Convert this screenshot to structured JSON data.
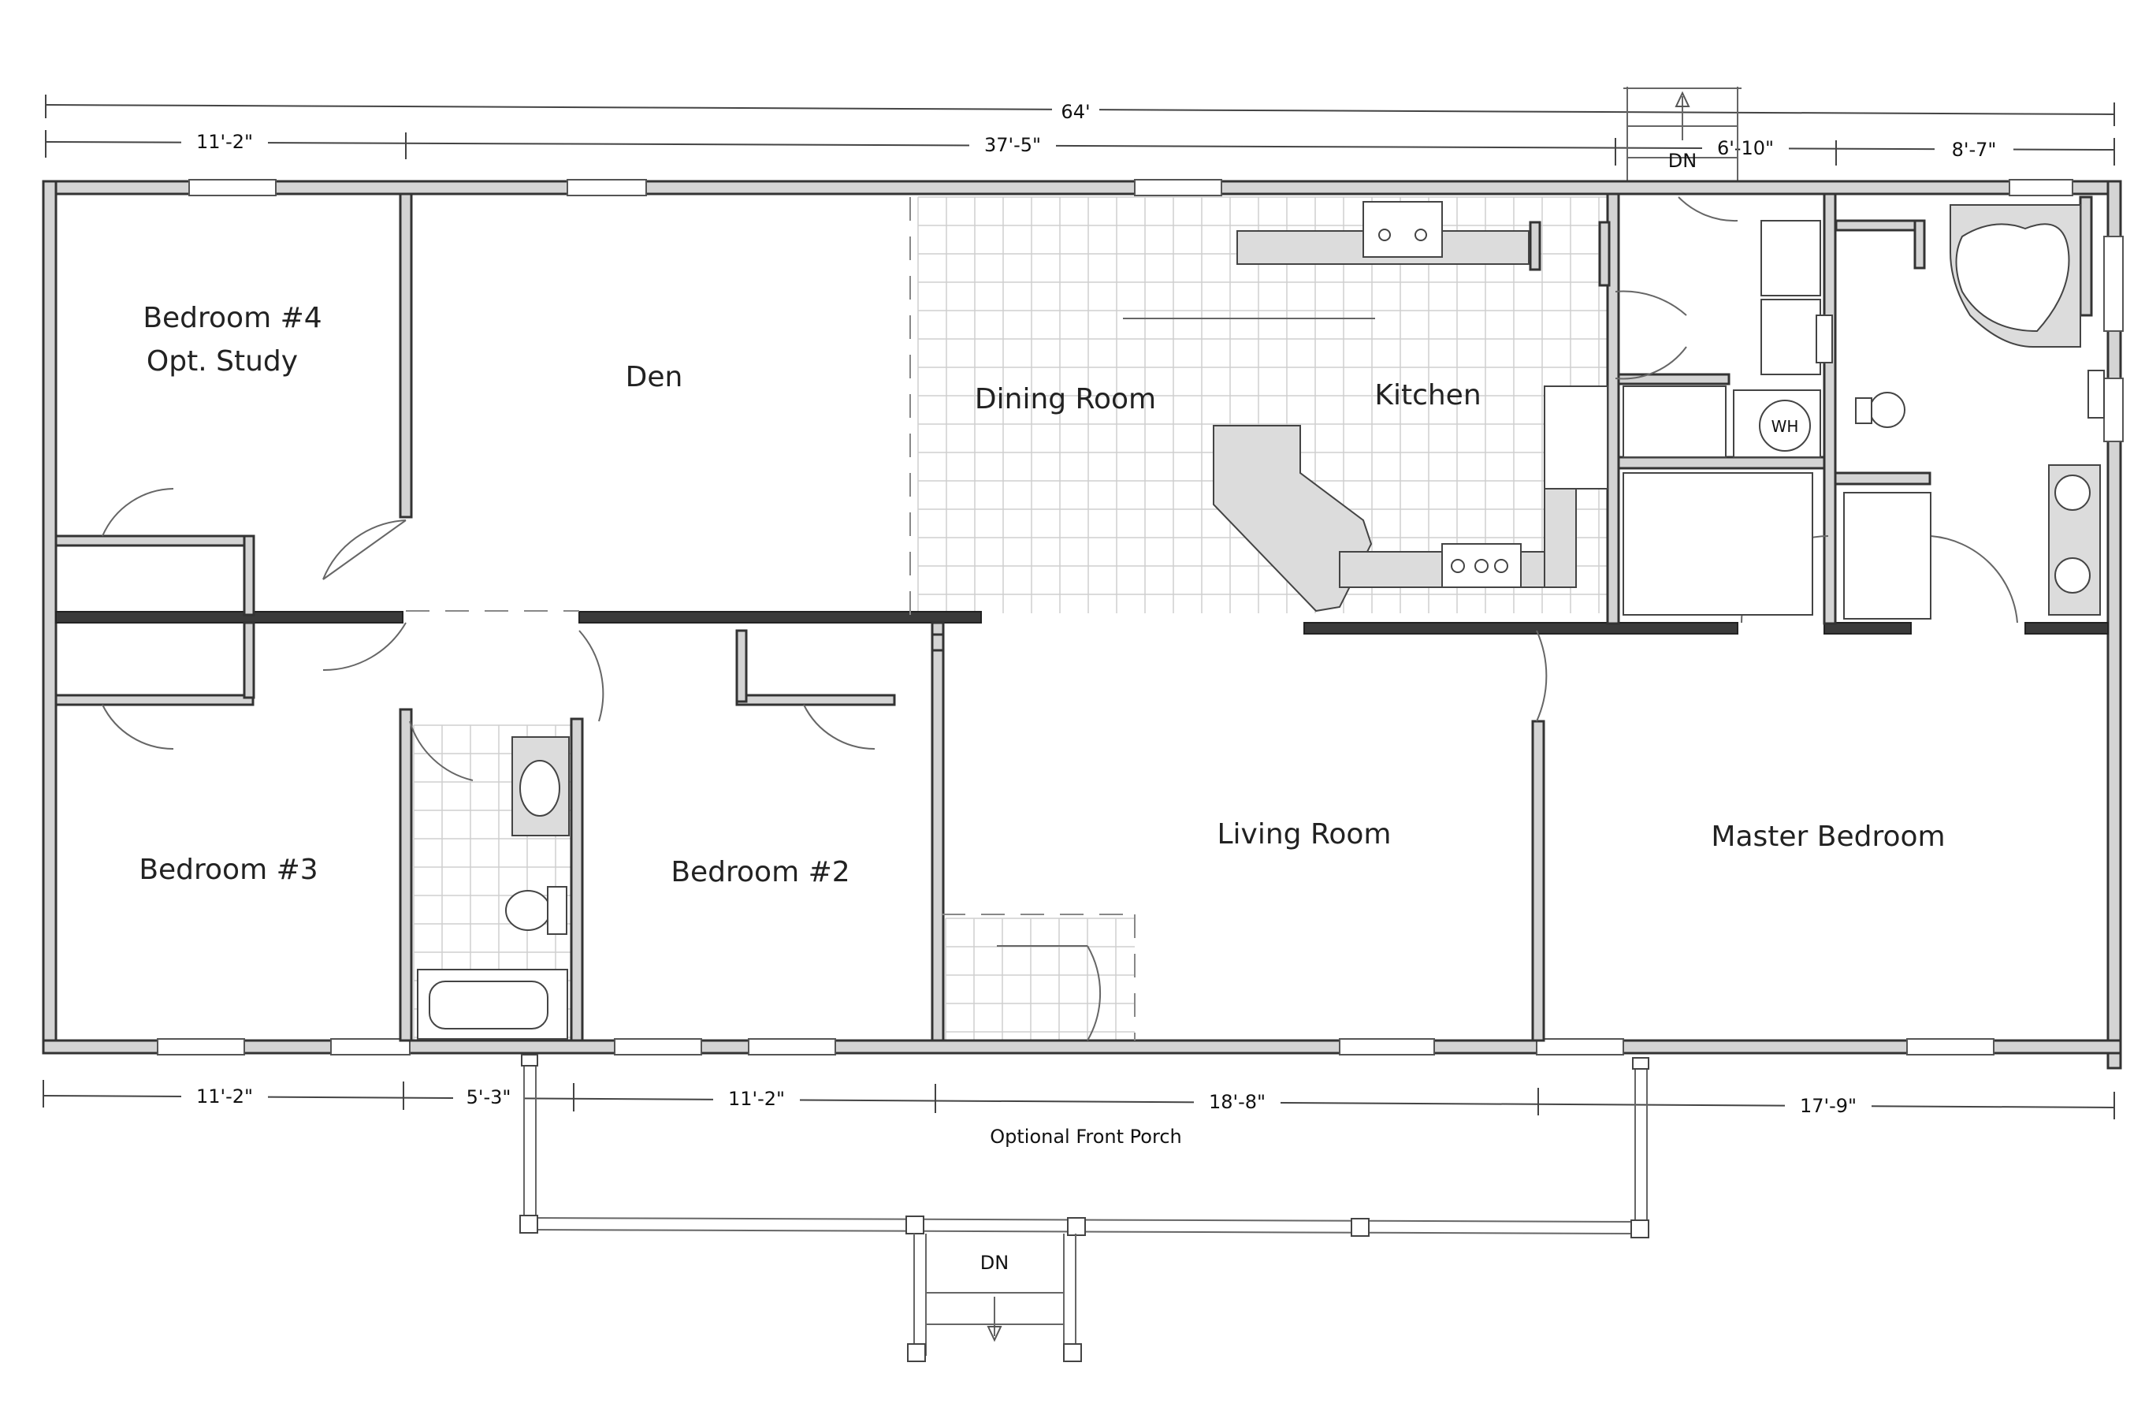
{
  "rooms": {
    "bedroom4": "Bedroom #4",
    "bedroom4_sub": "Opt. Study",
    "den": "Den",
    "dining": "Dining Room",
    "kitchen": "Kitchen",
    "bedroom3": "Bedroom #3",
    "bedroom2": "Bedroom #2",
    "living": "Living Room",
    "master": "Master Bedroom"
  },
  "fixtures": {
    "water_heater": "WH"
  },
  "stairs": {
    "rear": "DN",
    "front": "DN"
  },
  "porch": {
    "label": "Optional Front Porch"
  },
  "dimensions": {
    "overall": "64'",
    "top": [
      "11'-2\"",
      "37'-5\"",
      "6'-10\"",
      "8'-7\""
    ],
    "bottom": [
      "11'-2\"",
      "5'-3\"",
      "11'-2\"",
      "18'-8\"",
      "17'-9\""
    ]
  }
}
